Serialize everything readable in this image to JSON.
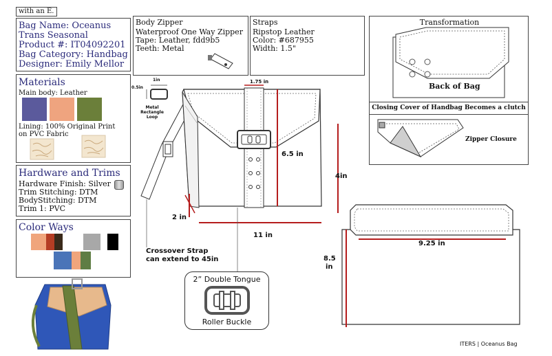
{
  "header_tag": "with an E.",
  "info": {
    "bag_name": "Bag Name: Oceanus",
    "bag_name_2": "Trans Seasonal",
    "product": "Product #: IT04092201",
    "category": "Bag Category: Handbag",
    "designer": "Designer: Emily Mellor"
  },
  "materials": {
    "title": "Materials",
    "main_body": "Main body: Leather",
    "lining_1": "Lining: 100% Original Print",
    "lining_2": "on PVC Fabric",
    "swatch_colors": [
      "#5b5a9c",
      "#efa47f",
      "#6b7f3a"
    ]
  },
  "hardware": {
    "title": "Hardware and Trims",
    "finish": "Hardware Finish: Silver",
    "trim_stitching": "Trim Stitching: DTM",
    "body_stitching": "BodyStitching: DTM",
    "trim1": "Trim 1: PVC"
  },
  "colorways": {
    "title": "Color Ways",
    "row1": [
      "#f0a57c",
      "#b53d24",
      "#3a2a1a"
    ],
    "row1b": [
      "#a8a8a8",
      "#000000"
    ],
    "row2": [
      "#4a74b8",
      "#f0a57c",
      "#5f7d44"
    ]
  },
  "body_zipper": {
    "title": "Body Zipper",
    "line1": "Waterproof One Way Zipper",
    "line2": "Tape: Leather, fdd9b5",
    "line3": "Teeth: Metal"
  },
  "straps": {
    "title": "Straps",
    "line1": "Ripstop Leather",
    "line2": "Color: #687955",
    "line3": "Width: 1.5\""
  },
  "transformation": {
    "title": "Transformation",
    "back_label": "Back of Bag",
    "clutch_label": "Closing Cover of Handbag Becomes a clutch",
    "zipper_label": "Zipper Closure"
  },
  "main_drawing": {
    "loop_label_1": "Metal Rectangle",
    "loop_label_2": "Loop",
    "dim_1in": "1in",
    "dim_05in": "0.5in",
    "dim_175": "1.75 in",
    "dim_65": "6.5 in",
    "dim_4in": "4in",
    "dim_2in": "2 in",
    "dim_11": "11 in",
    "strap_note_1": "Crossover Strap",
    "strap_note_2": "can extend to 45in",
    "buckle_title": "2” Double Tongue",
    "buckle_sub": "Roller Buckle"
  },
  "clutch_drawing": {
    "dim_925": "9.25 in",
    "dim_85": "8.5",
    "dim_85_unit": "in"
  },
  "footer": "ITERS | Oceanus Bag",
  "colors": {
    "red": "#b51c1c",
    "navy": "#2a2a7a"
  }
}
